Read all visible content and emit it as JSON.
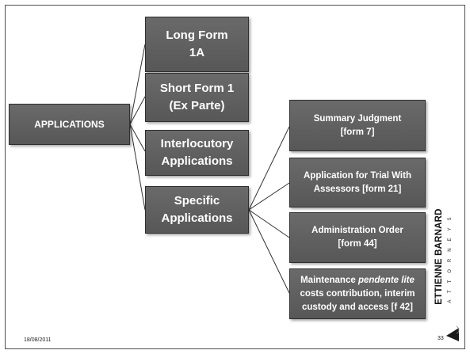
{
  "diagram": {
    "root": "APPLICATIONS",
    "level1": [
      {
        "lines": [
          "Long Form",
          "1A"
        ]
      },
      {
        "lines": [
          "Short Form 1",
          "(Ex Parte)"
        ]
      },
      {
        "lines": [
          "Interlocutory",
          "Applications"
        ]
      },
      {
        "lines": [
          "Specific",
          "Applications"
        ]
      }
    ],
    "level2": [
      {
        "lines": [
          "Summary Judgment",
          "[form 7]"
        ]
      },
      {
        "lines": [
          "Application for Trial With",
          "Assessors [form 21]"
        ]
      },
      {
        "lines": [
          "Administration Order",
          "[form 44]"
        ]
      },
      {
        "line1_before": "Maintenance ",
        "line1_italic": "pendente lite",
        "line2": "costs contribution, interim",
        "line3": "custody and access [f 42]"
      }
    ]
  },
  "footer": {
    "date": "18/08/2011",
    "page_number": "33"
  },
  "logo": {
    "name": "ETTIENNE BARNARD",
    "subtitle": "ATTORNEYS"
  },
  "colors": {
    "node_fill": "#5f5f5f",
    "node_border": "#2f2f2f",
    "connector": "#333333",
    "background": "#ffffff"
  }
}
